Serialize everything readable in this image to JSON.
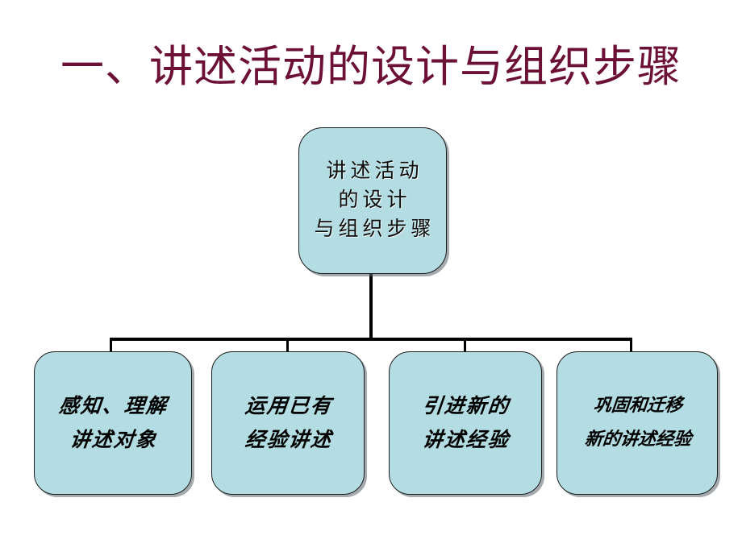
{
  "slide": {
    "background_color": "#ffffff",
    "title": "一、讲述活动的设计与组织步骤",
    "title_color": "#6d1035"
  },
  "diagram": {
    "type": "org-chart",
    "node_fill_color": "#b3dde2",
    "node_border_color": "#1d1d1d",
    "connector_color": "#000000",
    "root": {
      "name": "root-node",
      "lines": [
        "讲述活动",
        "的设计",
        "与组织步骤"
      ]
    },
    "leaves": [
      {
        "name": "leaf-node-1",
        "lines": [
          "感知、理解",
          "讲述对象"
        ]
      },
      {
        "name": "leaf-node-2",
        "lines": [
          "运用已有",
          "经验讲述"
        ]
      },
      {
        "name": "leaf-node-3",
        "lines": [
          "引进新的",
          "讲述经验"
        ]
      },
      {
        "name": "leaf-node-4",
        "lines": [
          "巩固和迁移",
          "新的讲述经验"
        ]
      }
    ]
  }
}
